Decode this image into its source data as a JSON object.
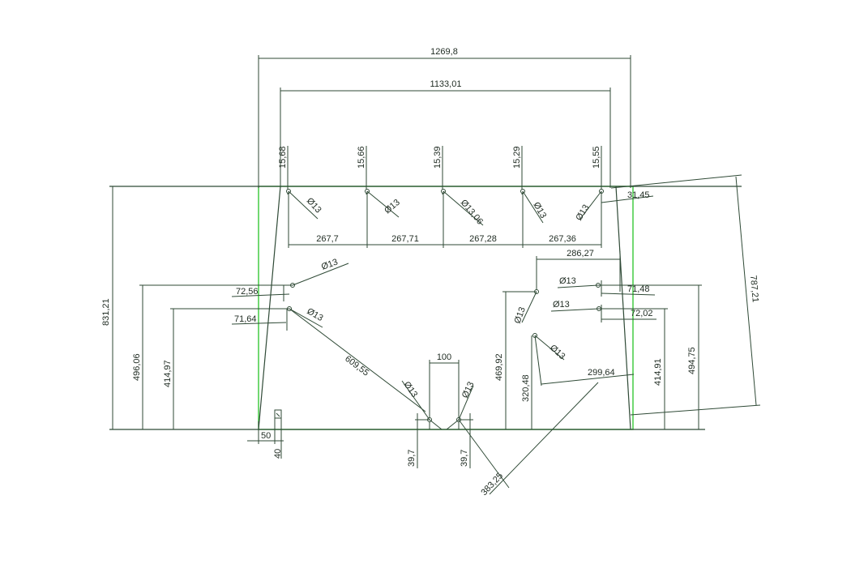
{
  "colors": {
    "outline": "#2f4a36",
    "frame": "#35c835",
    "background": "#ffffff"
  },
  "dimensions": {
    "top_overall": "1269,8",
    "top_inner": "1133,01",
    "hole_offsets": [
      "15,68",
      "15,66",
      "15,39",
      "15,29",
      "15,55"
    ],
    "top_hole_diameters": [
      "Ø13",
      "Ø13",
      "Ø13,06",
      "Ø13",
      "Ø13"
    ],
    "top_pitches": [
      "267,7",
      "267,71",
      "267,28",
      "267,36"
    ],
    "right_corner_offset": "31,45",
    "right_diagonal": "787,21",
    "right_inset": "286,27",
    "left_height": "831,21",
    "left_hole_a_height": "496,06",
    "left_hole_b_height": "414,97",
    "left_hole_a_offset": "72,56",
    "left_hole_b_offset": "71,64",
    "left_hole_a_diameter": "Ø13",
    "left_hole_b_diameter": "Ø13",
    "left_diagonal": "609,55",
    "center_width": "100",
    "center_left_diameter": "Ø13",
    "center_right_diameter": "Ø13",
    "center_left_height": "39,7",
    "center_right_height": "39,7",
    "bottom_diagonal": "383,25",
    "right_inner_hole_a_diameter": "Ø13",
    "right_inner_hole_b_diameter": "Ø13",
    "right_inner_a_height": "469,92",
    "right_inner_b_height": "320,48",
    "right_inner_diagonal": "299,64",
    "right_hole_a_diameter": "Ø13",
    "right_hole_b_diameter": "Ø13",
    "right_hole_a_offset": "71,48",
    "right_hole_b_offset": "72,02",
    "right_hole_a_height": "494,75",
    "right_hole_b_height": "414,91",
    "bottom_left_width": "50",
    "bottom_left_height": "40"
  }
}
